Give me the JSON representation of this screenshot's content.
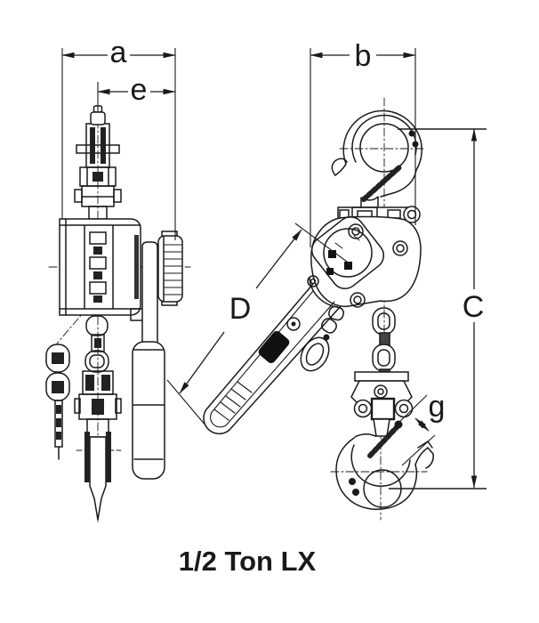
{
  "colors": {
    "ink": "#1a1a1a",
    "paper": "#ffffff"
  },
  "dims": {
    "a": "a",
    "b": "b",
    "C": "C",
    "D": "D",
    "e": "e",
    "g": "g"
  },
  "caption": {
    "text": "1/2 Ton LX"
  }
}
